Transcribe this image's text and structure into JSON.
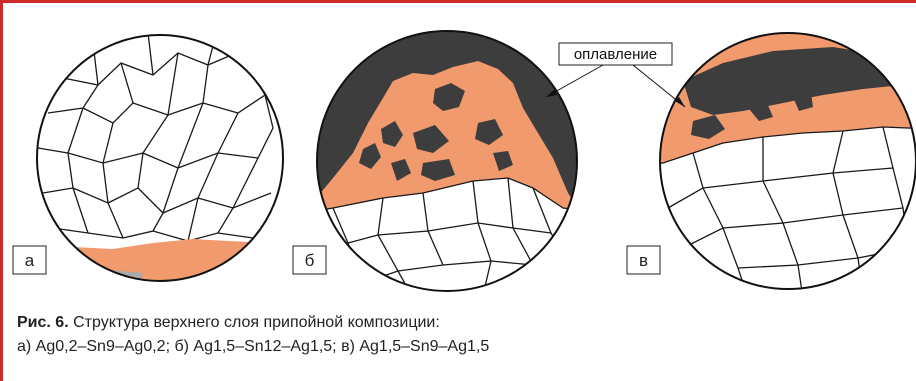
{
  "figure": {
    "panels": [
      {
        "letter": "а"
      },
      {
        "letter": "б"
      },
      {
        "letter": "в"
      }
    ],
    "callout": "оплавление",
    "colors": {
      "solder": "#f19a6d",
      "melted": "#3d3d3e",
      "intermetallic": "#a9a9a9",
      "frame": "#cf2a2a"
    }
  },
  "caption": {
    "figure_label": "Рис. 6.",
    "title": "Структура верхнего слоя припойной композиции:",
    "legend": "а) Ag0,2–Sn9–Ag0,2; б) Ag1,5–Sn12–Ag1,5; в) Ag1,5–Sn9–Ag1,5"
  }
}
